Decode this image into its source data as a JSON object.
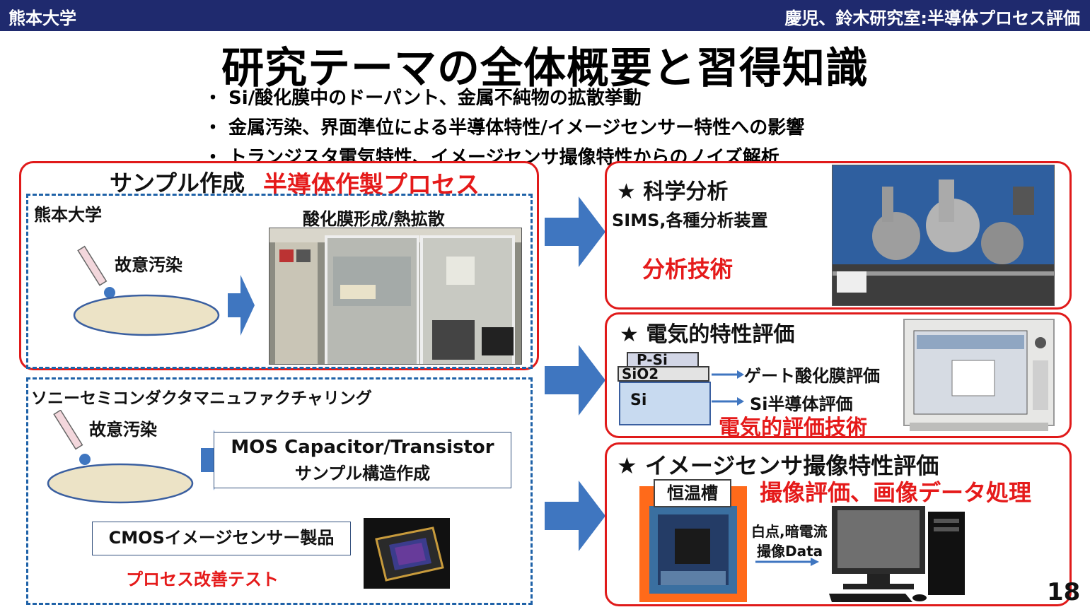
{
  "header": {
    "left": "熊本大学",
    "right": "慶児、鈴木研究室:半導体プロセス評価"
  },
  "title": "研究テーマの全体概要と習得知識",
  "bullets": [
    "・ Si/酸化膜中のドーパント、金属不純物の拡散挙動",
    "・ 金属汚染、界面準位による半導体特性/イメージセンサー特性への影響",
    "・ トランジスタ電気特性、イメージセンサ撮像特性からのノイズ解析"
  ],
  "sample": {
    "heading": "サンプル作成",
    "heading_red": "半導体作製プロセス",
    "kumamoto": "熊本大学",
    "oxide": "酸化膜形成/熱拡散",
    "contam1": "故意汚染",
    "sony": "ソニーセミコンダクタマニュファクチャリング",
    "contam2": "故意汚染",
    "mos_line1": "MOS Capacitor/Transistor",
    "mos_line2": "サンプル構造作成",
    "cmos": "CMOSイメージセンサー製品",
    "process_test": "プロセス改善テスト"
  },
  "science": {
    "heading": "★ 科学分析",
    "sims": "SIMS,各種分析装置",
    "tech": "分析技術"
  },
  "electrical": {
    "heading": "★ 電気的特性評価",
    "psi": "P-Si",
    "sio2": "SiO2",
    "si": "Si",
    "gate": "ゲート酸化膜評価",
    "si_eval": "Si半導体評価",
    "tech": "電気的評価技術"
  },
  "image_sensor": {
    "heading": "★ イメージセンサ撮像特性評価",
    "chamber": "恒温槽",
    "processing": "撮像評価、画像データ処理",
    "data_line1": "白点,暗電流",
    "data_line2": "撮像Data"
  },
  "page_number": "18",
  "colors": {
    "header": "#1f2a6e",
    "accent_red": "#e01a1a",
    "arrow_blue": "#3f76c0",
    "dash_blue": "#1f62a8"
  }
}
